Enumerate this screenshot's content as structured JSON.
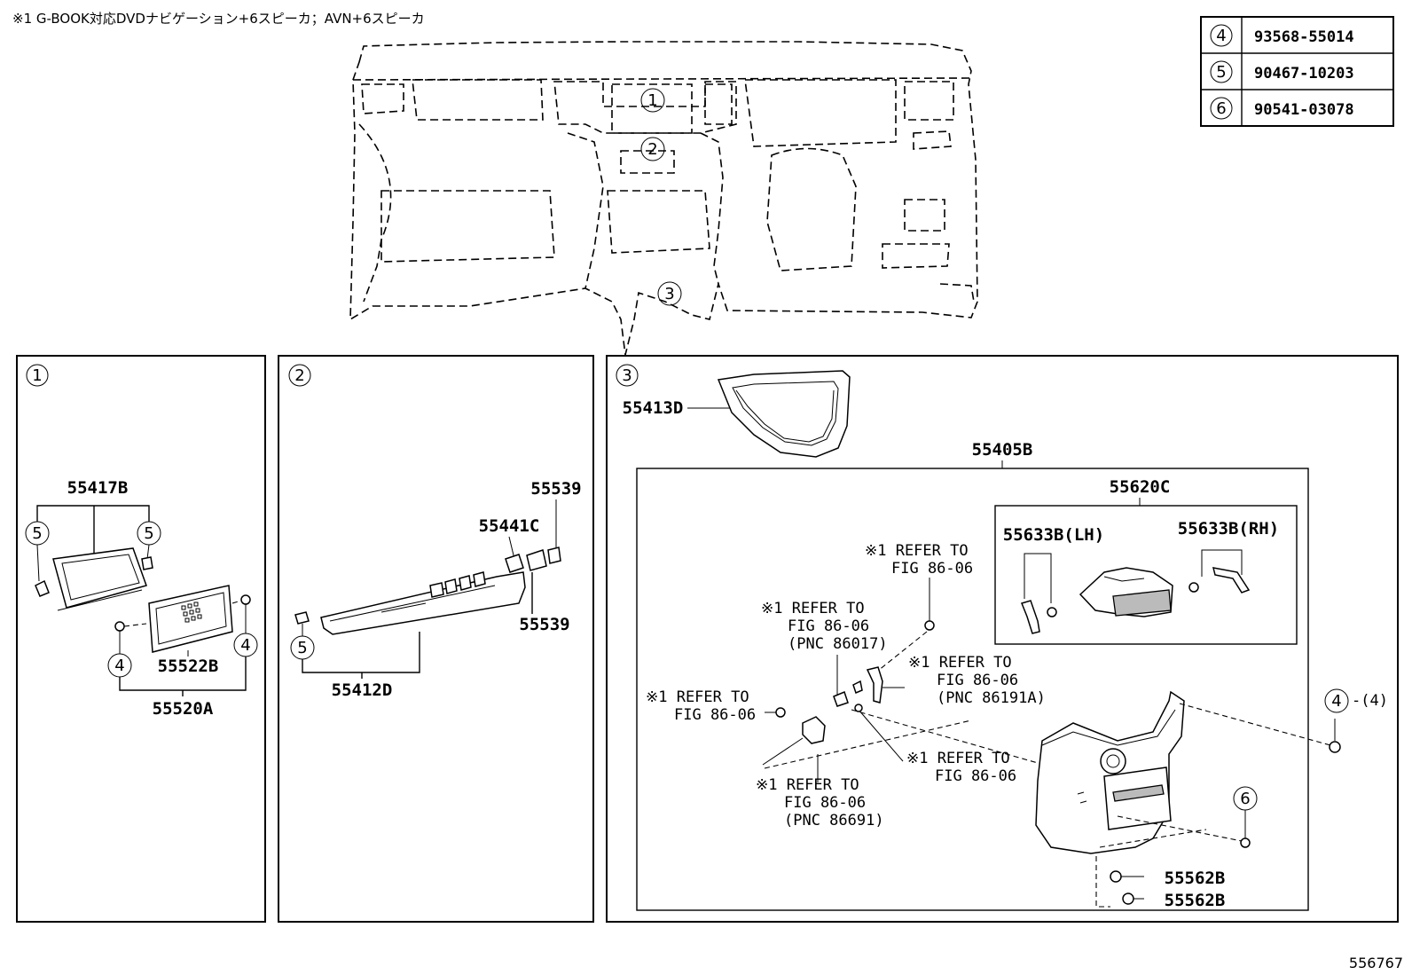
{
  "header_note": "※1 G-BOOK対応DVDナビゲーション+6スピーカ；AVN+6スピーカ",
  "legend": [
    {
      "mark": "4",
      "part": "93568-55014"
    },
    {
      "mark": "5",
      "part": "90467-10203"
    },
    {
      "mark": "6",
      "part": "90541-03078"
    }
  ],
  "overview": {
    "marks": [
      "1",
      "2",
      "3"
    ]
  },
  "panel1": {
    "mark": "1",
    "labels": {
      "a": "55417B",
      "b": "55522B",
      "c": "55520A"
    },
    "callouts": {
      "c5a": "5",
      "c5b": "5",
      "c4a": "4",
      "c4b": "4"
    }
  },
  "panel2": {
    "mark": "2",
    "labels": {
      "a": "55539",
      "b": "55441C",
      "c": "55539",
      "d": "55412D"
    },
    "callouts": {
      "c5": "5"
    }
  },
  "panel3": {
    "mark": "3",
    "labels": {
      "a": "55413D",
      "b": "55405B",
      "c": "55620C",
      "d": "55633B(LH)",
      "e": "55633B(RH)",
      "f": "55562B",
      "g": "55562B"
    },
    "callouts": {
      "c4": "4",
      "c4qty": "-(4)",
      "c6": "6"
    },
    "refs": {
      "r1": {
        "l1": "※1 REFER TO",
        "l2": "FIG 86-06",
        "l3": ""
      },
      "r2": {
        "l1": "※1 REFER TO",
        "l2": "FIG 86-06",
        "l3": "(PNC 86017)"
      },
      "r3": {
        "l1": "※1 REFER TO",
        "l2": "FIG 86-06",
        "l3": "(PNC 86191A)"
      },
      "r4": {
        "l1": "※1 REFER TO",
        "l2": "FIG 86-06",
        "l3": ""
      },
      "r5": {
        "l1": "※1 REFER TO",
        "l2": "FIG 86-06",
        "l3": ""
      },
      "r6": {
        "l1": "※1 REFER TO",
        "l2": "FIG 86-06",
        "l3": "(PNC 86691)"
      }
    }
  },
  "footer_id": "556767"
}
